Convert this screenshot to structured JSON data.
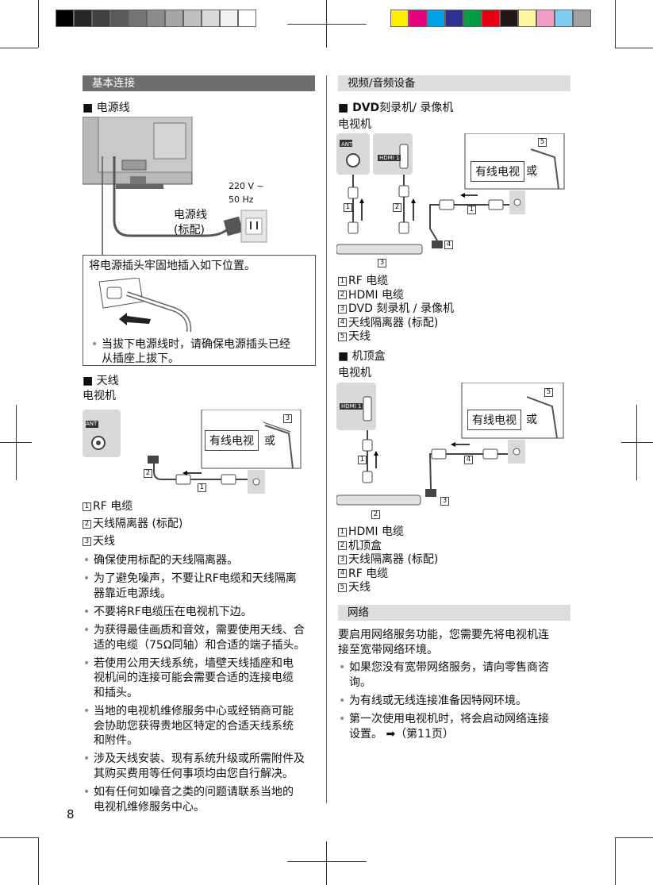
{
  "colors": {
    "grey_bar": [
      "#000000",
      "#262626",
      "#404040",
      "#595959",
      "#737373",
      "#8c8c8c",
      "#a6a6a6",
      "#bfbfbf",
      "#d9d9d9",
      "#f2f2f2",
      "#ffffff"
    ],
    "color_bar": [
      "#ffef00",
      "#e6007e",
      "#00a0e9",
      "#2e3192",
      "#009944",
      "#e60012",
      "#231815",
      "#fff799",
      "#f19ec2",
      "#7ecef4",
      "#9fa0a0"
    ],
    "sec_dark": "#6e6e6e",
    "sec_light": "#dedede"
  },
  "page_number": "8",
  "left": {
    "header": "基本连接",
    "power": {
      "title": "■ 电源线",
      "voltage": "220 V ~",
      "freq": "50 Hz",
      "cable_label_1": "电源线",
      "cable_label_2": "(标配)",
      "note_title": "将电源插头牢固地插入如下位置。",
      "note_bullet_1": "当拔下电源线时，请确保电源插头已经",
      "note_bullet_2": "从插座上拔下。"
    },
    "antenna": {
      "title": "■ 天线",
      "subtitle": "电视机",
      "ant_tag": "ANT",
      "cable_tv": "有线电视",
      "or": "或",
      "legend": [
        "RF 电缆",
        "天线隔离器 (标配)",
        "天线"
      ],
      "bullets": [
        [
          "确保使用标配的天线隔离器。"
        ],
        [
          "为了避免噪声，不要让RF电缆和天线隔离",
          "器靠近电源线。"
        ],
        [
          "不要将RF电缆压在电视机下边。"
        ],
        [
          "为获得最佳画质和音效，需要使用天线、合",
          "适的电缆（75Ω同轴）和合适的端子插头。"
        ],
        [
          "若使用公用天线系统，墙壁天线插座和电",
          "视机间的连接可能会需要合适的连接电缆",
          "和插头。"
        ],
        [
          "当地的电视机维修服务中心或经销商可能",
          "会协助您获得贵地区特定的合适天线系统",
          "和附件。"
        ],
        [
          "涉及天线安装、现有系统升级或所需附件及",
          "其购买费用等任何事项均由您自行解决。"
        ],
        [
          "如有任何如噪音之类的问题请联系当地的",
          "电视机维修服务中心。"
        ]
      ]
    }
  },
  "right": {
    "header": "视频/音频设备",
    "dvd": {
      "title_bold": "■ DVD",
      "title_rest": "刻录机/ 录像机",
      "subtitle": "电视机",
      "ant_tag": "ANT",
      "hdmi_tag": "HDMI 1",
      "cable_tv": "有线电视",
      "or": "或",
      "legend": [
        "RF 电缆",
        "HDMI 电缆",
        "DVD 刻录机 / 录像机",
        "天线隔离器 (标配)",
        "天线"
      ]
    },
    "stb": {
      "title": "■ 机顶盒",
      "subtitle": "电视机",
      "hdmi_tag": "HDMI 1",
      "cable_tv": "有线电视",
      "or": "或",
      "legend": [
        "HDMI 电缆",
        "机顶盒",
        "天线隔离器 (标配)",
        "RF 电缆",
        "天线"
      ]
    },
    "network": {
      "header": "网络",
      "intro_1": "要启用网络服务功能，您需要先将电视机连",
      "intro_2": "接至宽带网络环境。",
      "bullets": [
        [
          "如果您没有宽带网络服务，请向零售商咨",
          "询。"
        ],
        [
          "为有线或无线连接准备因特网环境。"
        ],
        [
          "第一次使用电视机时，将会启动网络连接",
          "设置。 ➡（第11页）"
        ]
      ]
    }
  }
}
